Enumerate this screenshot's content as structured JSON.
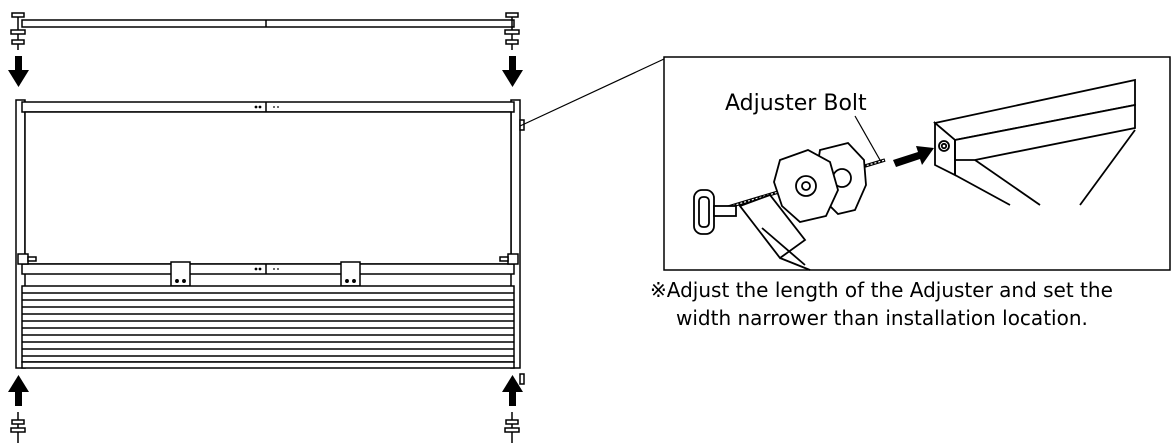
{
  "diagram": {
    "callout_label": "Adjuster Bolt",
    "note": {
      "mark": "※",
      "line1": "Adjust the length of the Adjuster and set the",
      "line2": "width narrower than installation location."
    },
    "colors": {
      "ink": "#000000",
      "paper": "#ffffff",
      "shade": "#e8e8e8"
    }
  }
}
